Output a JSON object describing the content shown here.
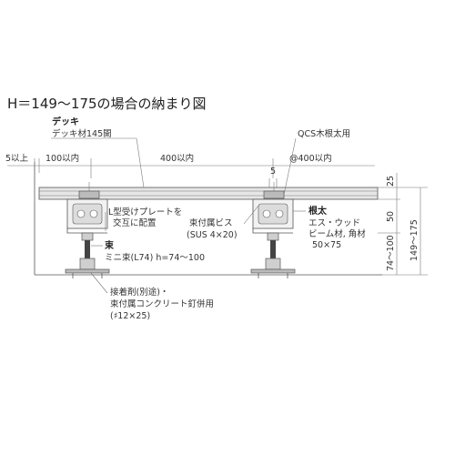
{
  "title": "H＝149～175の場合の納まり図",
  "labels": {
    "deck_heading": "デッキ",
    "deck_spec": "デッキ材145開",
    "qcs_top": "QCS木根太用",
    "plate_1": "L型受けプレートを",
    "plate_2": "交互に配置",
    "screw_1": "束付属ビス",
    "screw_2": "(SUS 4×20)",
    "joist_heading": "根太",
    "joist_1": "エス・ウッド",
    "joist_2": "ビーム材, 角材",
    "joist_3": "50×75",
    "post_heading": "束",
    "post_spec": "ミニ束(L74) h=74～100",
    "adhesive_1": "接着剤(別途)・",
    "adhesive_2": "束付属コンクリート釘併用",
    "adhesive_3": "(♯12×25)"
  },
  "dimensions": {
    "min_5": "5以上",
    "within_100": "100以内",
    "within_400": "400以内",
    "pitch_400": "@400以内",
    "five": "5",
    "v_25": "25",
    "v_50": "50",
    "v_74_100": "74～100",
    "v_149_175": "149～175"
  },
  "colors": {
    "line": "#555555",
    "fill_light": "#e6e6e6",
    "fill_mid": "#cfcfcf",
    "fill_dark": "#444444"
  }
}
